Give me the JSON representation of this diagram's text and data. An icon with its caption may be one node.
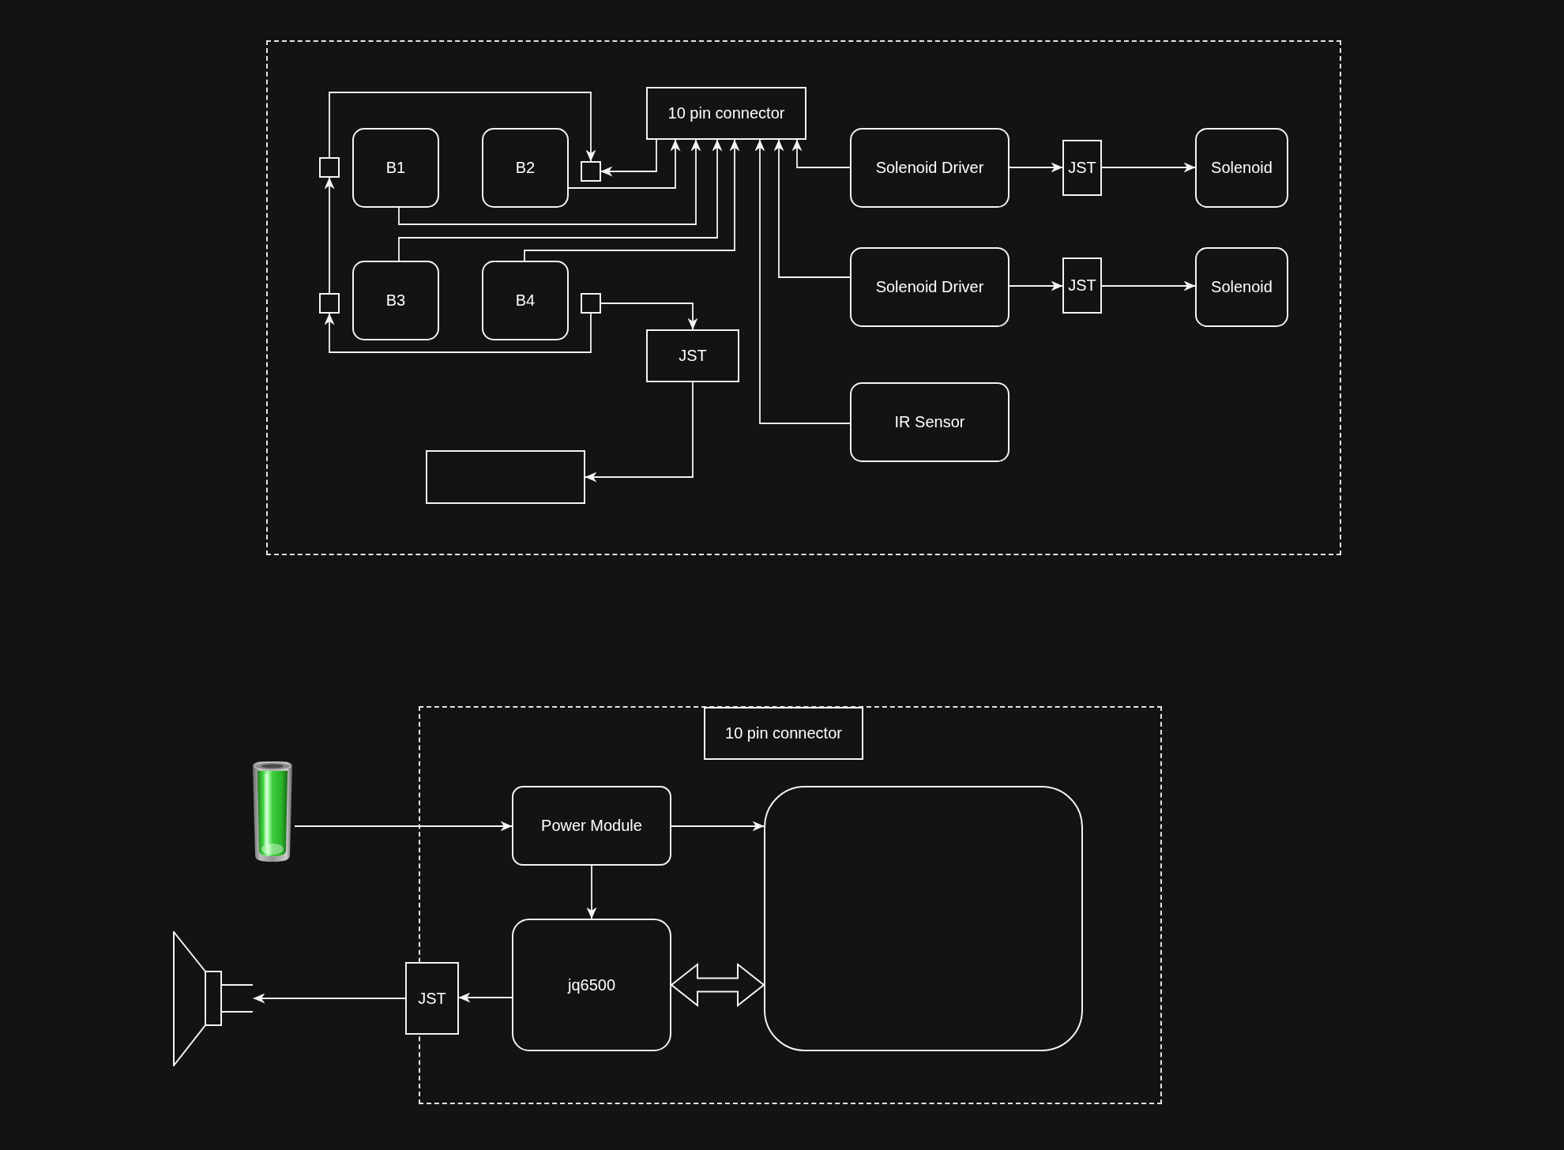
{
  "diagram": {
    "nodes": [
      {
        "text": [],
        "shape": "frame"
      },
      {
        "text": [
          "10 pin connector"
        ],
        "in": 0
      },
      {
        "text": [],
        "shape": "box",
        "in": 0
      },
      {
        "text": [
          "B1"
        ],
        "in": 0
      },
      {
        "text": [
          "B2"
        ],
        "in": 0
      },
      {
        "text": [],
        "shape": "box",
        "in": 0
      },
      {
        "text": [
          "Solenoid Driver"
        ],
        "in": 0
      },
      {
        "text": [
          "JST"
        ],
        "in": 0
      },
      {
        "text": [
          "Solenoid"
        ],
        "in": 0
      },
      {
        "text": [],
        "shape": "box",
        "in": 0
      },
      {
        "text": [
          "B3"
        ],
        "in": 0
      },
      {
        "text": [
          "B4"
        ],
        "in": 0
      },
      {
        "text": [],
        "shape": "box",
        "in": 0
      },
      {
        "text": [
          "Solenoid Driver"
        ],
        "in": 0
      },
      {
        "text": [
          "JST"
        ],
        "in": 0
      },
      {
        "text": [
          "Solenoid"
        ],
        "in": 0
      },
      {
        "text": [
          "JST"
        ],
        "in": 0
      },
      {
        "text": [
          "IR Sensor"
        ],
        "in": 0
      },
      {
        "text": [],
        "shape": "box",
        "in": 0
      },
      {
        "text": [],
        "shape": "frame"
      },
      {
        "text": [
          "10 pin connector"
        ],
        "in": 19
      },
      {
        "text": [],
        "shape": "battery"
      },
      {
        "text": [
          "Power Module"
        ],
        "in": 19
      },
      {
        "text": [],
        "shape": "box",
        "in": 19
      },
      {
        "text": [],
        "shape": "speaker"
      },
      {
        "text": [
          "JST"
        ]
      },
      {
        "text": [
          "jq6500"
        ],
        "in": 19
      }
    ],
    "edges": [
      {
        "from": 9,
        "to": 2,
        "arrow": "to"
      },
      {
        "from": 2,
        "to": 5,
        "arrow": "to"
      },
      {
        "from": 1,
        "to": 5,
        "arrow": "to"
      },
      {
        "from": 4,
        "to": 1,
        "arrow": "to"
      },
      {
        "from": 3,
        "to": 1,
        "arrow": "to"
      },
      {
        "from": 10,
        "to": 1,
        "arrow": "to"
      },
      {
        "from": 11,
        "to": 1,
        "arrow": "to"
      },
      {
        "from": 17,
        "to": 1,
        "arrow": "to"
      },
      {
        "from": 13,
        "to": 1,
        "arrow": "to"
      },
      {
        "from": 6,
        "to": 1,
        "arrow": "to"
      },
      {
        "from": 6,
        "to": 7,
        "arrow": "to"
      },
      {
        "from": 7,
        "to": 8,
        "arrow": "to"
      },
      {
        "from": 13,
        "to": 14,
        "arrow": "to"
      },
      {
        "from": 14,
        "to": 15,
        "arrow": "to"
      },
      {
        "from": 12,
        "to": 9,
        "arrow": "to"
      },
      {
        "from": 12,
        "to": 16,
        "arrow": "to"
      },
      {
        "from": 16,
        "to": 18,
        "arrow": "to"
      },
      {
        "from": 21,
        "to": 22,
        "arrow": "to"
      },
      {
        "from": 22,
        "to": 23,
        "arrow": "to"
      },
      {
        "from": 22,
        "to": 26,
        "arrow": "to"
      },
      {
        "from": 26,
        "to": 23,
        "arrow": "both",
        "style": "thick"
      },
      {
        "from": 26,
        "to": 25,
        "arrow": "to"
      },
      {
        "from": 25,
        "to": 24,
        "arrow": "to"
      }
    ]
  }
}
